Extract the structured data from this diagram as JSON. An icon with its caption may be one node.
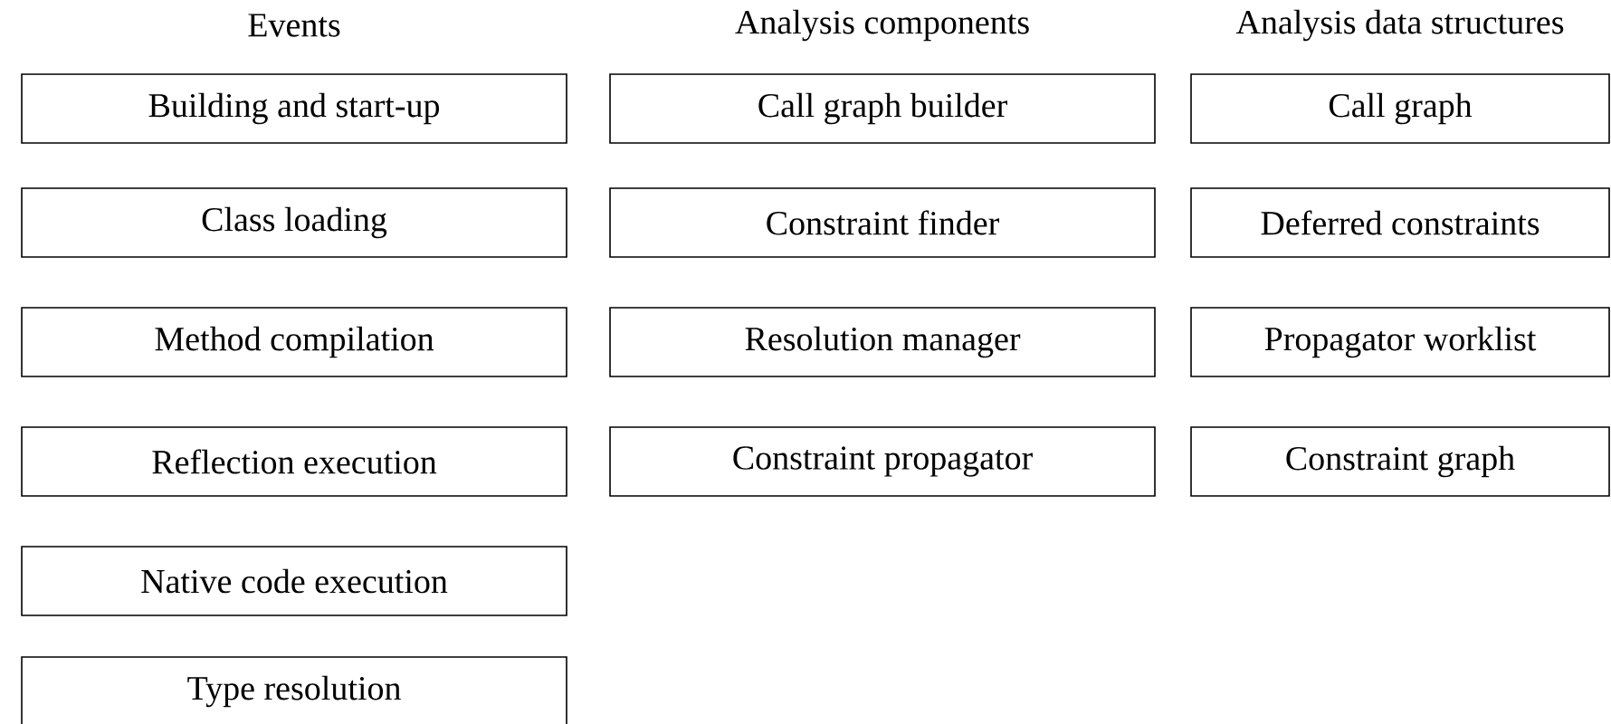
{
  "diagram": {
    "nodes": [
      {
        "text": [
          "Building and start-up"
        ]
      },
      {
        "text": [
          "Class loading"
        ]
      },
      {
        "text": [
          "Method compilation"
        ]
      },
      {
        "text": [
          "Reflection execution"
        ]
      },
      {
        "text": [
          "Native code execution"
        ]
      },
      {
        "text": [
          "Type resolution"
        ]
      },
      {
        "text": [
          "Call graph builder"
        ]
      },
      {
        "text": [
          "Constraint finder"
        ]
      },
      {
        "text": [
          "Resolution manager"
        ]
      },
      {
        "text": [
          "Constraint propagator"
        ]
      },
      {
        "text": [
          "Call graph"
        ]
      },
      {
        "text": [
          "Deferred constraints"
        ]
      },
      {
        "text": [
          "Propagator worklist"
        ]
      },
      {
        "text": [
          "Constraint graph"
        ]
      }
    ],
    "labels": [
      "Events",
      "Analysis components",
      "Analysis data structures"
    ]
  }
}
